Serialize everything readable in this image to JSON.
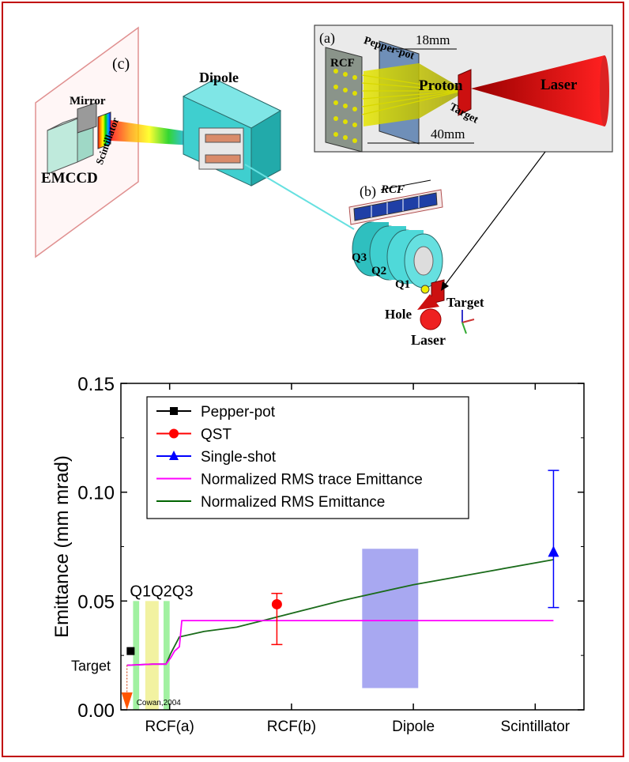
{
  "diagram": {
    "panel_a": {
      "tag": "(a)",
      "rcf": "RCF",
      "pepper_pot": "Pepper-pot",
      "dist_top": "18mm",
      "proton": "Proton",
      "laser": "Laser",
      "target": "Target",
      "dist_bottom": "40mm"
    },
    "panel_b": {
      "tag": "(b)",
      "rcf": "RCF"
    },
    "panel_c": {
      "tag": "(c)"
    },
    "dipole": "Dipole",
    "mirror": "Mirror",
    "scintillator": "Scintillator",
    "emccd": "EMCCD",
    "q3": "Q3",
    "q2": "Q2",
    "q1": "Q1",
    "target": "Target",
    "hole": "Hole",
    "laser": "Laser"
  },
  "chart_data": {
    "type": "line",
    "ylabel": "Emittance (mm mrad)",
    "ylim": [
      0.0,
      0.15
    ],
    "yticks": [
      "0.00",
      "0.05",
      "0.10",
      "0.15"
    ],
    "xlim": [
      0,
      3.8
    ],
    "xtick_labels": [
      {
        "label": "RCF(a)",
        "x": 0.4
      },
      {
        "label": "RCF(b)",
        "x": 1.4
      },
      {
        "label": "Dipole",
        "x": 2.4
      },
      {
        "label": "Scintillator",
        "x": 3.4
      }
    ],
    "legend": {
      "position": "top-left",
      "entries": [
        {
          "name": "Pepper-pot",
          "color": "#000000",
          "marker": "square"
        },
        {
          "name": "QST",
          "color": "#ff0000",
          "marker": "circle"
        },
        {
          "name": "Single-shot",
          "color": "#0000ff",
          "marker": "triangle"
        },
        {
          "name": "Normalized RMS trace Emittance",
          "color": "#ff00ff",
          "marker": "line"
        },
        {
          "name": "Normalized RMS Emittance",
          "color": "#006400",
          "marker": "line"
        }
      ]
    },
    "series": [
      {
        "name": "Normalized RMS Emittance",
        "color": "#1a6b1a",
        "x": [
          0.05,
          0.26,
          0.37,
          0.41,
          0.48,
          0.68,
          0.95,
          1.2,
          1.8,
          2.4,
          3.0,
          3.55
        ],
        "y": [
          0.0205,
          0.021,
          0.021,
          0.026,
          0.0335,
          0.036,
          0.038,
          0.0415,
          0.05,
          0.0575,
          0.0635,
          0.069
        ]
      },
      {
        "name": "Normalized RMS trace Emittance",
        "color": "#ff00ff",
        "x": [
          0.05,
          0.26,
          0.37,
          0.41,
          0.44,
          0.48,
          0.5,
          3.55
        ],
        "y": [
          0.0205,
          0.021,
          0.021,
          0.024,
          0.027,
          0.029,
          0.041,
          0.041
        ]
      }
    ],
    "points": [
      {
        "name": "Pepper-pot",
        "x": 0.08,
        "y": 0.027,
        "color": "#000000",
        "marker": "square"
      },
      {
        "name": "QST",
        "x": 1.28,
        "y": 0.0485,
        "err_low": 0.03,
        "err_high": 0.0535,
        "color": "#ff0000",
        "marker": "circle"
      },
      {
        "name": "Single-shot",
        "x": 3.55,
        "y": 0.0725,
        "err_low": 0.047,
        "err_high": 0.11,
        "color": "#0000ff",
        "marker": "triangle"
      }
    ],
    "regions": [
      {
        "label": "Q1",
        "x0": 0.1,
        "x1": 0.15,
        "y0": 0.0,
        "y1": 0.05,
        "color": "#90ee90"
      },
      {
        "label": "Q2",
        "x0": 0.2,
        "x1": 0.31,
        "y0": 0.0,
        "y1": 0.05,
        "color": "#f0f090"
      },
      {
        "label": "Q3",
        "x0": 0.35,
        "x1": 0.4,
        "y0": 0.0,
        "y1": 0.05,
        "color": "#90ee90"
      },
      {
        "label": "",
        "x0": 1.98,
        "x1": 2.44,
        "y0": 0.01,
        "y1": 0.074,
        "color": "#9999ee"
      }
    ],
    "region_header": "Q1Q2Q3",
    "annotations": [
      {
        "text": "Target",
        "x": 0.05,
        "y": 0.0205
      },
      {
        "text": "Cowan,2004",
        "x": 0.05,
        "y": 0.005
      }
    ]
  }
}
